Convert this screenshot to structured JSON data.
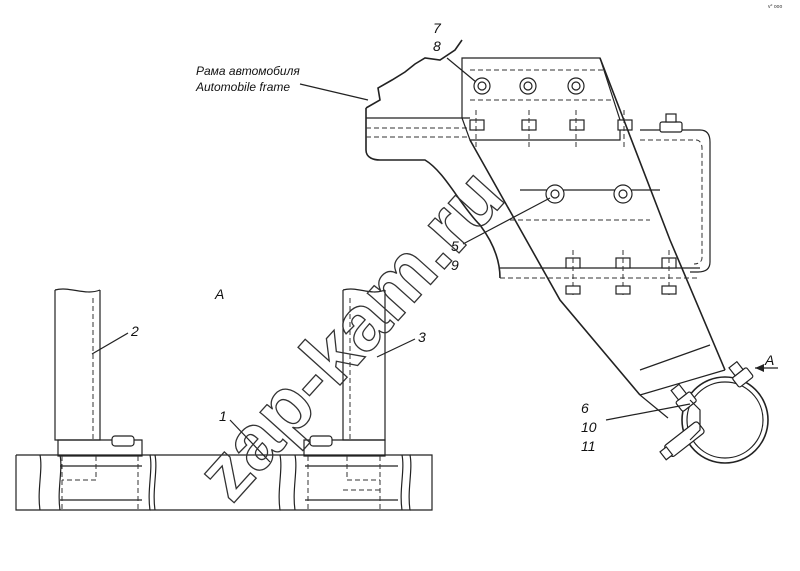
{
  "frame_label": {
    "ru": "Рама автомобиля",
    "en": "Automobile frame"
  },
  "view_label": "A",
  "section_mark": "A",
  "callouts": {
    "c7": "7",
    "c8": "8",
    "c5": "5",
    "c9": "9",
    "c6": "6",
    "c10": "10",
    "c11": "11",
    "c1": "1",
    "c2": "2",
    "c3": "3"
  },
  "watermark": "zap-kam.ru",
  "corner_mark": "v° ooo"
}
